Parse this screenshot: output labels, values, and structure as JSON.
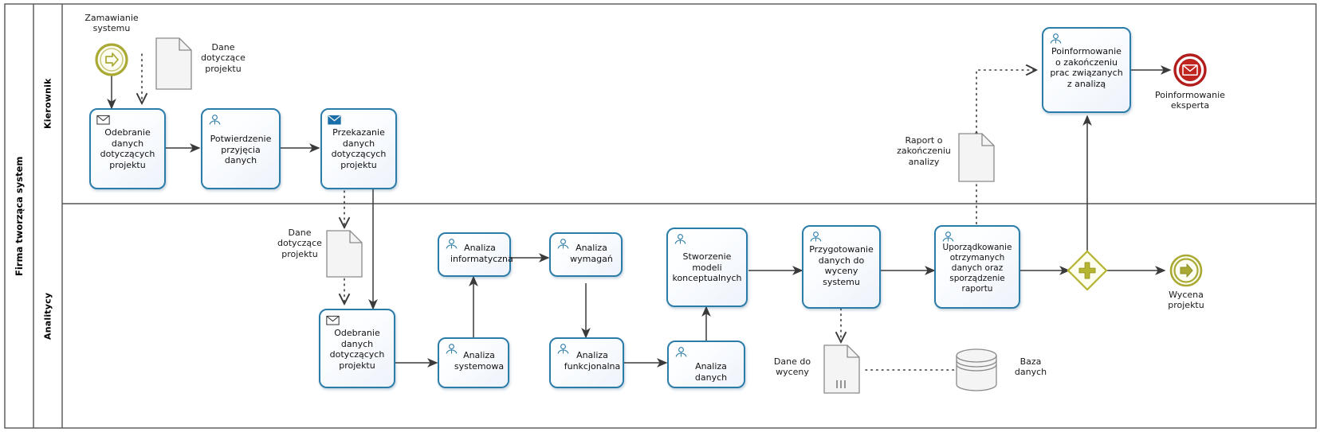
{
  "diagram": {
    "type": "bpmn-process",
    "language": "pl",
    "pool": {
      "title": "Firma tworząca system"
    },
    "lanes": [
      {
        "id": "kierownik",
        "title": "Kierownik"
      },
      {
        "id": "analitycy",
        "title": "Analitycy"
      }
    ],
    "colors": {
      "task_border": "#2b7ca8",
      "task_fill": "#eef3fb",
      "start_event": "#a9a934",
      "end_event": "#b21d1d",
      "gateway": "#b5b531",
      "document": "#888888",
      "connector": "#3a3a3a"
    },
    "events": [
      {
        "id": "start",
        "name": "Zamawianie\nsystemu",
        "kind": "start-event",
        "icon": "arrow-icon",
        "color": "#a9a934"
      },
      {
        "id": "end-msg",
        "name": "Poinformowanie\neksperta",
        "kind": "end-event-message",
        "icon": "envelope-icon",
        "color": "#b21d1d"
      },
      {
        "id": "end-link",
        "name": "Wycena\nprojektu",
        "kind": "intermediate-throw-event",
        "icon": "arrow-icon",
        "color": "#a9a934"
      }
    ],
    "gateways": [
      {
        "id": "gw-parallel",
        "kind": "parallel-gateway",
        "icon": "plus-icon",
        "label": ""
      }
    ],
    "tasks": [
      {
        "id": "t1",
        "lane": "kierownik",
        "label": "Odebranie\ndanych\ndotyczących\nprojektu",
        "icon": "envelope-outline-icon",
        "type": "receive-task"
      },
      {
        "id": "t2",
        "lane": "kierownik",
        "label": "Potwierdzenie\nprzyjęcia\ndanych",
        "icon": "user-icon",
        "type": "user-task"
      },
      {
        "id": "t3",
        "lane": "kierownik",
        "label": "Przekazanie\ndanych\ndotyczących\nprojektu",
        "icon": "envelope-filled-icon",
        "type": "send-task"
      },
      {
        "id": "t4",
        "lane": "kierownik",
        "label": "Poinformowanie\no zakończeniu\nprac związanych\nz analizą",
        "icon": "user-icon",
        "type": "user-task"
      },
      {
        "id": "a1",
        "lane": "analitycy",
        "label": "Odebranie\ndanych\ndotyczących\nprojektu",
        "icon": "envelope-outline-icon",
        "type": "receive-task"
      },
      {
        "id": "a2",
        "lane": "analitycy",
        "label": "Analiza\nsystemowa",
        "icon": "user-icon",
        "type": "user-task"
      },
      {
        "id": "a3",
        "lane": "analitycy",
        "label": "Analiza\ninformatyczna",
        "icon": "user-icon",
        "type": "user-task"
      },
      {
        "id": "a4",
        "lane": "analitycy",
        "label": "Analiza\nwymagań",
        "icon": "user-icon",
        "type": "user-task"
      },
      {
        "id": "a5",
        "lane": "analitycy",
        "label": "Analiza\nfunkcjonalna",
        "icon": "user-icon",
        "type": "user-task"
      },
      {
        "id": "a6",
        "lane": "analitycy",
        "label": "Analiza danych",
        "icon": "user-icon",
        "type": "user-task"
      },
      {
        "id": "a7",
        "lane": "analitycy",
        "label": "Stworzenie\nmodeli\nkonceptualnych",
        "icon": "user-icon",
        "type": "user-task"
      },
      {
        "id": "a8",
        "lane": "analitycy",
        "label": "Przygotowanie\ndanych do\nwyceny\nsystemu",
        "icon": "user-icon",
        "type": "user-task"
      },
      {
        "id": "a9",
        "lane": "analitycy",
        "label": "Uporządkowanie\notrzymanych\ndanych oraz\nsporządzenie\nraportu",
        "icon": "user-icon",
        "type": "user-task"
      }
    ],
    "data_objects": [
      {
        "id": "d1",
        "label": "Dane\ndotyczące\nprojektu",
        "kind": "document"
      },
      {
        "id": "d2",
        "label": "Dane\ndotyczące\nprojektu",
        "kind": "document"
      },
      {
        "id": "d3",
        "label": "Raport o\nzakończeniu\nanalizy",
        "kind": "document"
      },
      {
        "id": "d4",
        "label": "Dane do\nwyceny",
        "kind": "document-collection"
      },
      {
        "id": "d5",
        "label": "Baza\ndanych",
        "kind": "data-store"
      }
    ]
  }
}
